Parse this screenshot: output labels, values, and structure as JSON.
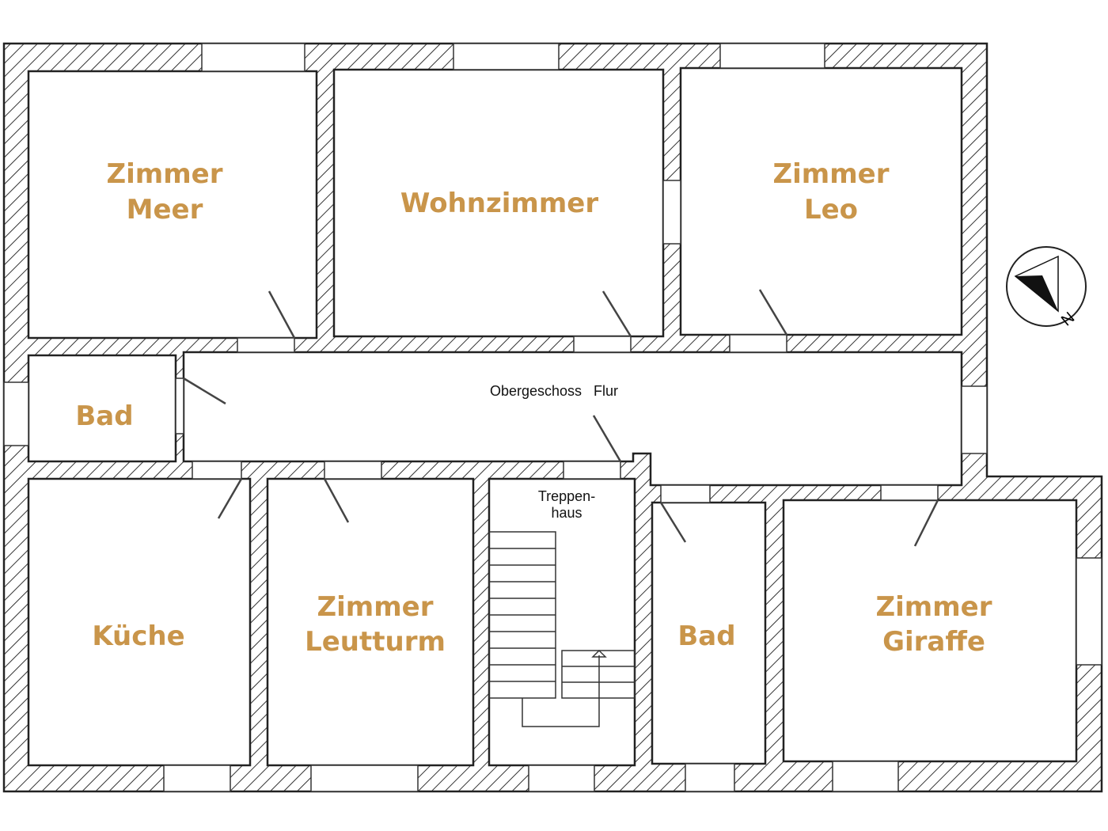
{
  "plan": {
    "corridor_label": "Obergeschoss   Flur",
    "compass_label": "N",
    "label_color": "#c9954a",
    "rooms": {
      "meer": [
        "Zimmer",
        "Meer"
      ],
      "wohnzimmer": [
        "Wohnzimmer"
      ],
      "leo": [
        "Zimmer",
        "Leo"
      ],
      "bad_left": [
        "Bad"
      ],
      "kueche": [
        "Küche"
      ],
      "leutturm": [
        "Zimmer",
        "Leutturm"
      ],
      "treppenhaus": [
        "Treppen-",
        "haus"
      ],
      "bad_right": [
        "Bad"
      ],
      "giraffe": [
        "Zimmer",
        "Giraffe"
      ]
    }
  }
}
